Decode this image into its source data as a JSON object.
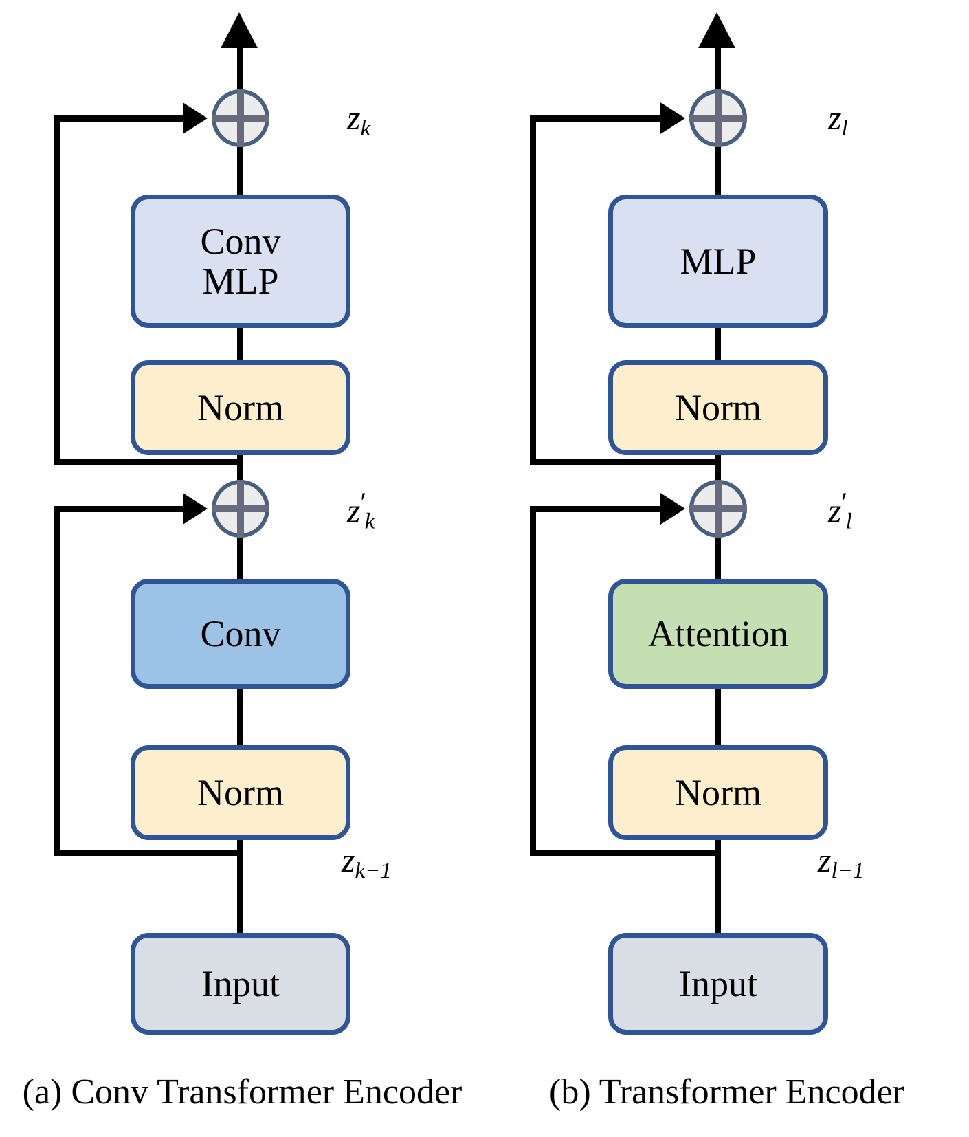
{
  "figure": {
    "type": "diagram",
    "description": "Side-by-side block diagrams of a Conv Transformer Encoder and a standard Transformer Encoder",
    "panels": [
      {
        "id": "a",
        "caption": "(a) Conv Transformer Encoder",
        "blocks": [
          {
            "id": "input",
            "label": "Input",
            "fill": "#d9dee5",
            "border": "#2f5597"
          },
          {
            "id": "norm1",
            "label": "Norm",
            "fill": "#fdeecd",
            "border": "#2f5597"
          },
          {
            "id": "conv",
            "label": "Conv",
            "fill": "#9cc3e5",
            "border": "#2f5597"
          },
          {
            "id": "add1",
            "label": "+",
            "fill": "#ececec",
            "border": "#4a5f7d"
          },
          {
            "id": "norm2",
            "label": "Norm",
            "fill": "#fdeecd",
            "border": "#2f5597"
          },
          {
            "id": "convmlp",
            "label": "Conv\nMLP",
            "fill": "#d8e0f2",
            "border": "#2f5597"
          },
          {
            "id": "add2",
            "label": "+",
            "fill": "#ececec",
            "border": "#4a5f7d"
          }
        ],
        "signals": [
          {
            "id": "z_out",
            "base": "z",
            "sub": "k",
            "prime": false
          },
          {
            "id": "z_mid",
            "base": "z",
            "sub": "k",
            "prime": true
          },
          {
            "id": "z_in",
            "base": "z",
            "sub": "k−1",
            "prime": false
          }
        ]
      },
      {
        "id": "b",
        "caption": "(b) Transformer Encoder",
        "blocks": [
          {
            "id": "input",
            "label": "Input",
            "fill": "#d9dee5",
            "border": "#2f5597"
          },
          {
            "id": "norm1",
            "label": "Norm",
            "fill": "#fdeecd",
            "border": "#2f5597"
          },
          {
            "id": "attention",
            "label": "Attention",
            "fill": "#c5dfb3",
            "border": "#2f5597"
          },
          {
            "id": "add1",
            "label": "+",
            "fill": "#ececec",
            "border": "#4a5f7d"
          },
          {
            "id": "norm2",
            "label": "Norm",
            "fill": "#fdeecd",
            "border": "#2f5597"
          },
          {
            "id": "mlp",
            "label": "MLP",
            "fill": "#d8e0f2",
            "border": "#2f5597"
          },
          {
            "id": "add2",
            "label": "+",
            "fill": "#ececec",
            "border": "#4a5f7d"
          }
        ],
        "signals": [
          {
            "id": "z_out",
            "base": "z",
            "sub": "l",
            "prime": false
          },
          {
            "id": "z_mid",
            "base": "z",
            "sub": "l",
            "prime": true
          },
          {
            "id": "z_in",
            "base": "z",
            "sub": "l−1",
            "prime": false
          }
        ]
      }
    ]
  },
  "panel_a": {
    "caption": "(a) Conv Transformer Encoder",
    "input_label": "Input",
    "norm1_label": "Norm",
    "conv_label": "Conv",
    "norm2_label": "Norm",
    "convmlp_label": "Conv\nMLP",
    "z_out_base": "z",
    "z_out_sub": "k",
    "z_mid_base": "z",
    "z_mid_sub": "k",
    "z_mid_prime": "′",
    "z_in_base": "z",
    "z_in_sub": "k−1"
  },
  "panel_b": {
    "caption": "(b) Transformer Encoder",
    "input_label": "Input",
    "norm1_label": "Norm",
    "attention_label": "Attention",
    "norm2_label": "Norm",
    "mlp_label": "MLP",
    "z_out_base": "z",
    "z_out_sub": "l",
    "z_mid_base": "z",
    "z_mid_sub": "l",
    "z_mid_prime": "′",
    "z_in_base": "z",
    "z_in_sub": "l−1"
  },
  "colors": {
    "border_blue": "#2f5597",
    "fill_mlp_blue": "#d8e0f2",
    "fill_norm_yellow": "#fdeecd",
    "fill_conv_blue": "#9cc3e5",
    "fill_attention_green": "#c5dfb3",
    "fill_input_gray": "#d9dee5",
    "add_circle_fill": "#ececec",
    "add_circle_border": "#4a5f7d",
    "line_black": "#000000"
  }
}
